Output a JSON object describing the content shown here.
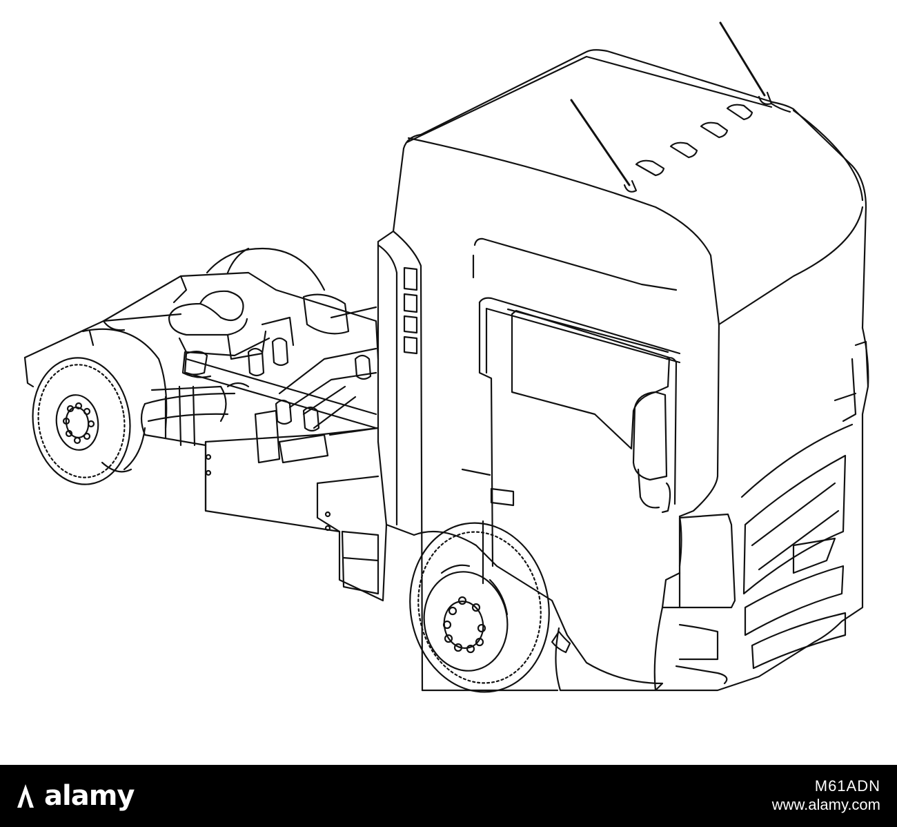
{
  "footer": {
    "logo_text": "alamy",
    "image_id": "M61ADN",
    "site": "www.alamy.com"
  },
  "colors": {
    "line": "#111111",
    "background": "#ffffff",
    "footer_bg": "#000000",
    "footer_text": "#ffffff"
  },
  "subject": {
    "icon": "truck-tractor-line-drawing"
  }
}
